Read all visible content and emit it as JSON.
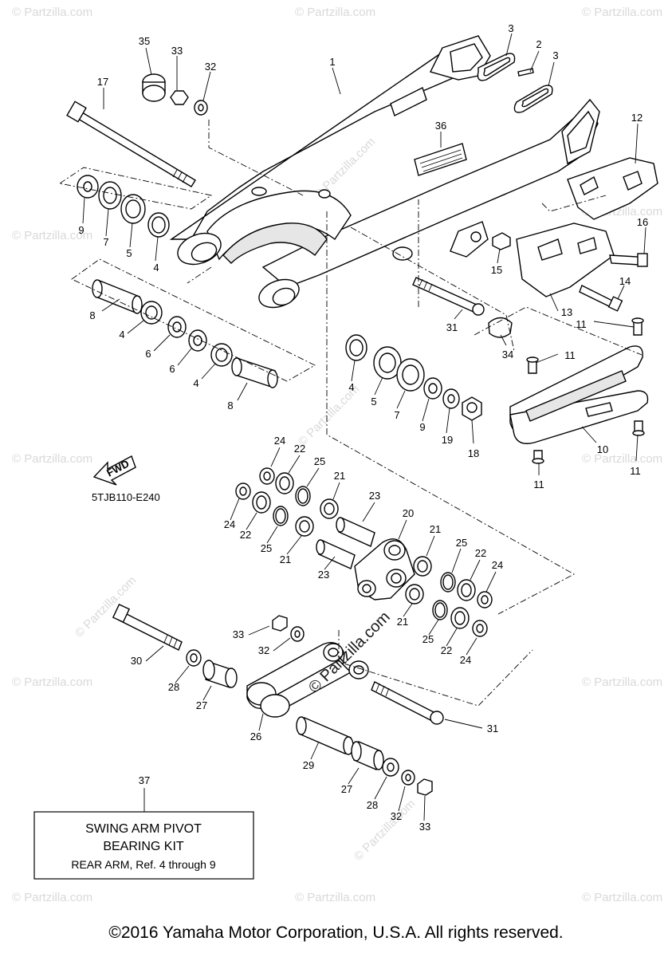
{
  "diagram": {
    "model_code": "5TJB110-E240",
    "fwd_label": "FWD",
    "watermark_small": "© Partzilla.com",
    "watermark_large": "© Partzilla.com",
    "kit_box": {
      "ref_no": "37",
      "line1": "SWING ARM PIVOT",
      "line2": "BEARING KIT",
      "line3": "REAR ARM, Ref. 4 through 9"
    },
    "callouts": [
      {
        "id": "1",
        "label": "1"
      },
      {
        "id": "2",
        "label": "2"
      },
      {
        "id": "3a",
        "label": "3"
      },
      {
        "id": "3b",
        "label": "3"
      },
      {
        "id": "4a",
        "label": "4"
      },
      {
        "id": "4b",
        "label": "4"
      },
      {
        "id": "4c",
        "label": "4"
      },
      {
        "id": "4d",
        "label": "4"
      },
      {
        "id": "5a",
        "label": "5"
      },
      {
        "id": "5b",
        "label": "5"
      },
      {
        "id": "6a",
        "label": "6"
      },
      {
        "id": "6b",
        "label": "6"
      },
      {
        "id": "7a",
        "label": "7"
      },
      {
        "id": "7b",
        "label": "7"
      },
      {
        "id": "8a",
        "label": "8"
      },
      {
        "id": "8b",
        "label": "8"
      },
      {
        "id": "9a",
        "label": "9"
      },
      {
        "id": "9b",
        "label": "9"
      },
      {
        "id": "10",
        "label": "10"
      },
      {
        "id": "11a",
        "label": "11"
      },
      {
        "id": "11b",
        "label": "11"
      },
      {
        "id": "11c",
        "label": "11"
      },
      {
        "id": "11d",
        "label": "11"
      },
      {
        "id": "12",
        "label": "12"
      },
      {
        "id": "13",
        "label": "13"
      },
      {
        "id": "14",
        "label": "14"
      },
      {
        "id": "15",
        "label": "15"
      },
      {
        "id": "16",
        "label": "16"
      },
      {
        "id": "17",
        "label": "17"
      },
      {
        "id": "18",
        "label": "18"
      },
      {
        "id": "19",
        "label": "19"
      },
      {
        "id": "20",
        "label": "20"
      },
      {
        "id": "21a",
        "label": "21"
      },
      {
        "id": "21b",
        "label": "21"
      },
      {
        "id": "21c",
        "label": "21"
      },
      {
        "id": "21d",
        "label": "21"
      },
      {
        "id": "22a",
        "label": "22"
      },
      {
        "id": "22b",
        "label": "22"
      },
      {
        "id": "22c",
        "label": "22"
      },
      {
        "id": "22d",
        "label": "22"
      },
      {
        "id": "23a",
        "label": "23"
      },
      {
        "id": "23b",
        "label": "23"
      },
      {
        "id": "24a",
        "label": "24"
      },
      {
        "id": "24b",
        "label": "24"
      },
      {
        "id": "24c",
        "label": "24"
      },
      {
        "id": "24d",
        "label": "24"
      },
      {
        "id": "25a",
        "label": "25"
      },
      {
        "id": "25b",
        "label": "25"
      },
      {
        "id": "25c",
        "label": "25"
      },
      {
        "id": "25d",
        "label": "25"
      },
      {
        "id": "26",
        "label": "26"
      },
      {
        "id": "27a",
        "label": "27"
      },
      {
        "id": "27b",
        "label": "27"
      },
      {
        "id": "28a",
        "label": "28"
      },
      {
        "id": "28b",
        "label": "28"
      },
      {
        "id": "29",
        "label": "29"
      },
      {
        "id": "30",
        "label": "30"
      },
      {
        "id": "31a",
        "label": "31"
      },
      {
        "id": "31b",
        "label": "31"
      },
      {
        "id": "32a",
        "label": "32"
      },
      {
        "id": "32b",
        "label": "32"
      },
      {
        "id": "32c",
        "label": "32"
      },
      {
        "id": "33a",
        "label": "33"
      },
      {
        "id": "33b",
        "label": "33"
      },
      {
        "id": "33c",
        "label": "33"
      },
      {
        "id": "34",
        "label": "34"
      },
      {
        "id": "35",
        "label": "35"
      },
      {
        "id": "36",
        "label": "36"
      },
      {
        "id": "37",
        "label": "37"
      }
    ]
  },
  "footer": {
    "copyright": "©2016 Yamaha Motor Corporation, U.S.A. All rights reserved."
  }
}
